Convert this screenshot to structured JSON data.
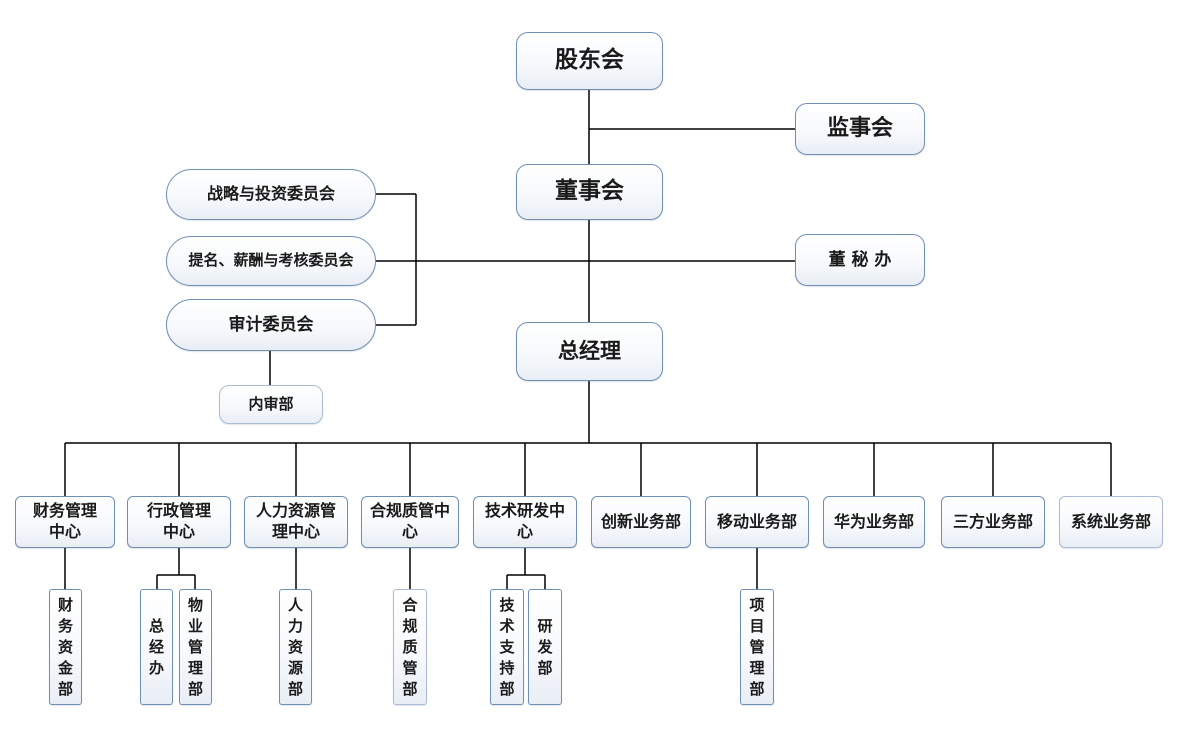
{
  "top": {
    "shareholders": "股东会",
    "supervisors": "监事会",
    "board": "董事会",
    "board_secretary": "董 秘 办",
    "general_manager": "总经理"
  },
  "committees": [
    "战略与投资委员会",
    "提名、薪酬与考核委员会",
    "审计委员会"
  ],
  "internal_audit": "内审部",
  "departments": [
    {
      "name": "财务管理中心",
      "lines": [
        "财务管理",
        "中心"
      ]
    },
    {
      "name": "行政管理中心",
      "lines": [
        "行政管理",
        "中心"
      ]
    },
    {
      "name": "人力资源管理中心",
      "lines": [
        "人力资源管",
        "理中心"
      ]
    },
    {
      "name": "合规质管中心",
      "lines": [
        "合规质管中",
        "心"
      ]
    },
    {
      "name": "技术研发中心",
      "lines": [
        "技术研发中",
        "心"
      ]
    },
    {
      "name": "创新业务部",
      "lines": [
        "创新业务部"
      ]
    },
    {
      "name": "移动业务部",
      "lines": [
        "移动业务部"
      ]
    },
    {
      "name": "华为业务部",
      "lines": [
        "华为业务部"
      ]
    },
    {
      "name": "三方业务部",
      "lines": [
        "三方业务部"
      ]
    },
    {
      "name": "系统业务部",
      "lines": [
        "系统业务部"
      ]
    }
  ],
  "sub_units": [
    "财务资金部",
    "总经办",
    "物业管理部",
    "人力资源部",
    "合规质管部",
    "技术支持部",
    "研发部",
    "项目管理部"
  ]
}
